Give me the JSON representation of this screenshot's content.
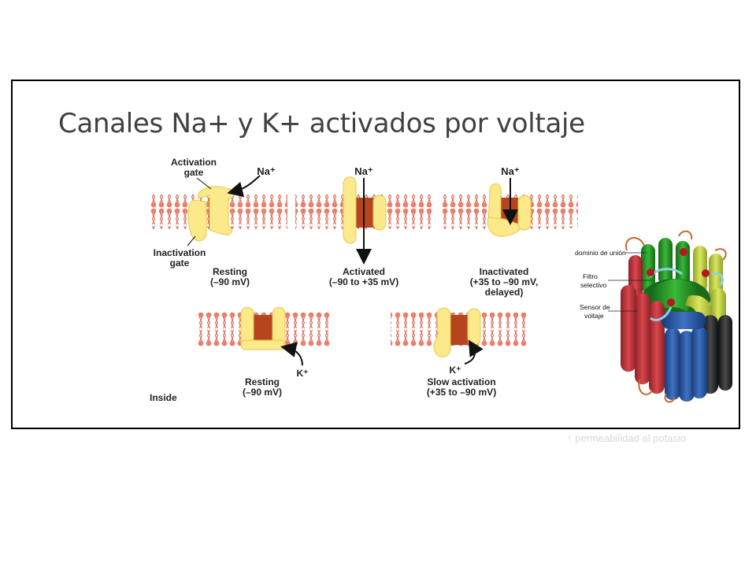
{
  "slide": {
    "title": "Canales Na+ y K+ activados por voltaje",
    "faint_caption": "↑ permeabilidad al potasio"
  },
  "na_panels": [
    {
      "ion": "Na⁺",
      "state": "Resting",
      "voltage": "(–90 mV)"
    },
    {
      "ion": "Na⁺",
      "state": "Activated",
      "voltage": "(–90 to +35 mV)"
    },
    {
      "ion": "Na⁺",
      "state": "Inactivated",
      "voltage": "(+35 to –90 mV,",
      "voltage2": "delayed)"
    }
  ],
  "na_resting_labels": {
    "activation_gate_1": "Activation",
    "activation_gate_2": "gate",
    "inactivation_gate_1": "Inactivation",
    "inactivation_gate_2": "gate"
  },
  "k_panels": [
    {
      "ion": "K⁺",
      "state": "Resting",
      "voltage": "(–90 mV)"
    },
    {
      "ion": "K⁺",
      "state": "Slow activation",
      "voltage": "(+35 to –90 mV)"
    }
  ],
  "inside_label": "Inside",
  "structure_labels": {
    "binding_domain": "dominio de unión",
    "filter_1": "Filtro",
    "filter_2": "selectivo",
    "sensor_1": "Sensor de",
    "sensor_2": "voltaje"
  },
  "colors": {
    "membrane_head": "#e8806c",
    "membrane_tail": "#d86a58",
    "channel_core": "#b5441f",
    "gate": "#fbe98a",
    "gate_stroke": "#e6c84d",
    "helix_red": "#c4383d",
    "helix_green": "#2e9a2e",
    "helix_yellow": "#c8d84a",
    "helix_blue": "#2c5aa8",
    "helix_dark": "#333333"
  }
}
